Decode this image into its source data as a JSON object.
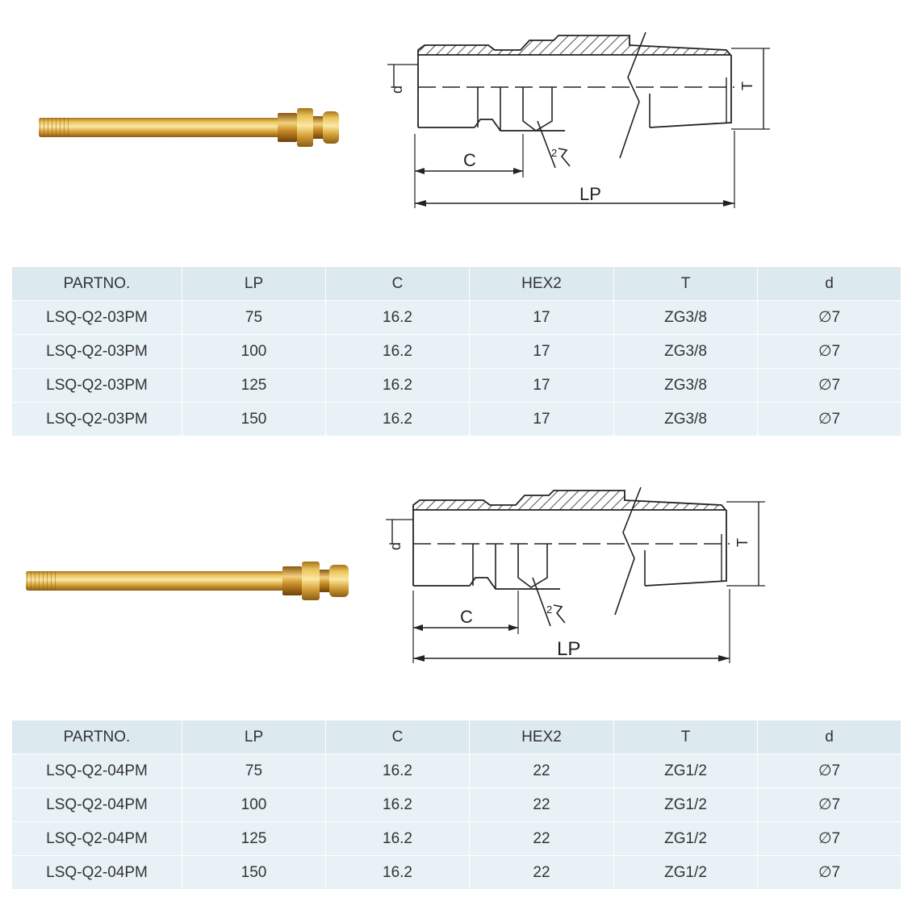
{
  "drawing": {
    "label_d": "d",
    "label_c": "C",
    "label_lp": "LP",
    "label_t": "T",
    "label_hex": "2"
  },
  "tables": [
    {
      "headers": [
        "PARTNO.",
        "LP",
        "C",
        "HEX2",
        "T",
        "d"
      ],
      "rows": [
        [
          "LSQ-Q2-03PM",
          "75",
          "16.2",
          "17",
          "ZG3/8",
          "∅7"
        ],
        [
          "LSQ-Q2-03PM",
          "100",
          "16.2",
          "17",
          "ZG3/8",
          "∅7"
        ],
        [
          "LSQ-Q2-03PM",
          "125",
          "16.2",
          "17",
          "ZG3/8",
          "∅7"
        ],
        [
          "LSQ-Q2-03PM",
          "150",
          "16.2",
          "17",
          "ZG3/8",
          "∅7"
        ]
      ]
    },
    {
      "headers": [
        "PARTNO.",
        "LP",
        "C",
        "HEX2",
        "T",
        "d"
      ],
      "rows": [
        [
          "LSQ-Q2-04PM",
          "75",
          "16.2",
          "22",
          "ZG1/2",
          "∅7"
        ],
        [
          "LSQ-Q2-04PM",
          "100",
          "16.2",
          "22",
          "ZG1/2",
          "∅7"
        ],
        [
          "LSQ-Q2-04PM",
          "125",
          "16.2",
          "22",
          "ZG1/2",
          "∅7"
        ],
        [
          "LSQ-Q2-04PM",
          "150",
          "16.2",
          "22",
          "ZG1/2",
          "∅7"
        ]
      ]
    }
  ]
}
